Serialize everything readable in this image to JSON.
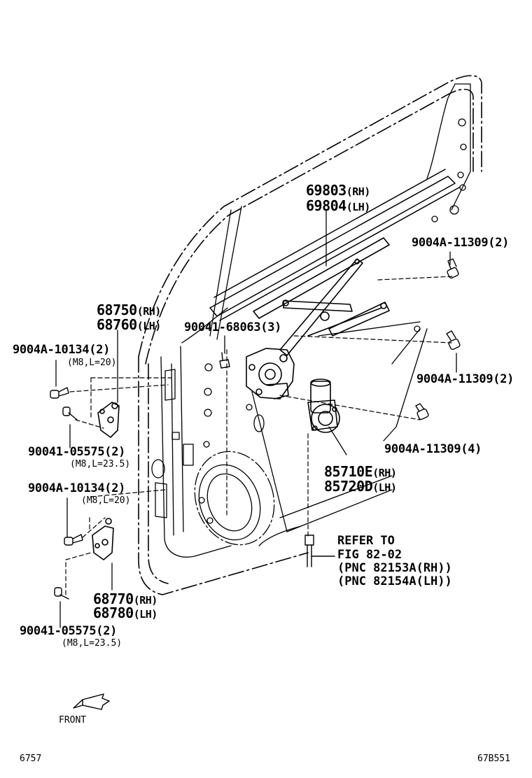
{
  "parts": {
    "regulator": {
      "rh_no": "69803",
      "rh_sfx": "(RH)",
      "lh_no": "69804",
      "lh_sfx": "(LH)"
    },
    "upper_hinge": {
      "rh_no": "68750",
      "rh_sfx": "(RH)",
      "lh_no": "68760",
      "lh_sfx": "(LH)"
    },
    "lower_hinge": {
      "rh_no": "68770",
      "rh_sfx": "(RH)",
      "lh_no": "68780",
      "lh_sfx": "(LH)"
    },
    "motor": {
      "rh_no": "85710E",
      "rh_sfx": "(RH)",
      "lh_no": "85720D",
      "lh_sfx": "(LH)"
    }
  },
  "fasteners": {
    "bolt_11309_top": "9004A-11309(2)",
    "bolt_11309_mid": "9004A-11309(2)",
    "bolt_11309_low": "9004A-11309(4)",
    "bolt_68063": "90041-68063(3)",
    "bolt_10134_upper": "9004A-10134(2)",
    "bolt_10134_upper_spec": "(M8,L=20)",
    "bolt_05575_upper": "90041-05575(2)",
    "bolt_05575_upper_spec": "(M8,L=23.5)",
    "bolt_10134_lower": "9004A-10134(2)",
    "bolt_10134_lower_spec": "(M8,L=20)",
    "bolt_05575_lower": "90041-05575(2)",
    "bolt_05575_lower_spec": "(M8,L=23.5)"
  },
  "reference": {
    "line1": "REFER TO",
    "line2": "FIG 82-02",
    "line3": "(PNC 82153A(RH))",
    "line4": "(PNC 82154A(LH))"
  },
  "front_label": "FRONT",
  "footer": {
    "left_code": "6757",
    "right_code": "67B551"
  }
}
